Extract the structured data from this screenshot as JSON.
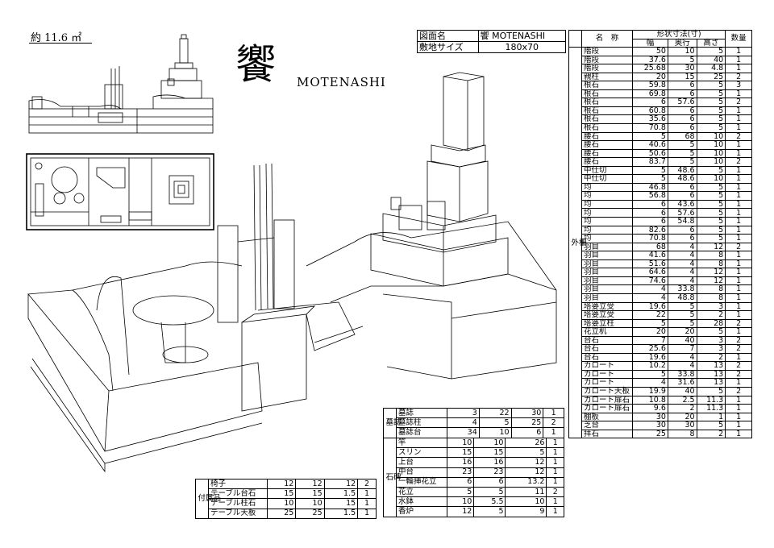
{
  "area_label": "約 11.6 ㎡",
  "title_kanji": "饗",
  "title_roman": "MOTENASHI",
  "info": {
    "drawing_name_label": "図面名",
    "drawing_name_value": "饗 MOTENASHI",
    "site_size_label": "敷地サイズ",
    "site_size_value": "180x70"
  },
  "main_table": {
    "header_dims": "形状寸法(寸)",
    "header_name": "名　称",
    "header_width": "幅",
    "header_depth": "奥行",
    "header_height": "高さ",
    "header_qty": "数量",
    "group_label": "外柵",
    "rows": [
      [
        "階段",
        "50",
        "10",
        "5",
        "1"
      ],
      [
        "階段",
        "37.6",
        "5",
        "40",
        "1"
      ],
      [
        "階段",
        "25.68",
        "30",
        "4.8",
        "1"
      ],
      [
        "親柱",
        "20",
        "15",
        "25",
        "2"
      ],
      [
        "根石",
        "59.8",
        "6",
        "5",
        "3"
      ],
      [
        "根石",
        "69.8",
        "6",
        "5",
        "1"
      ],
      [
        "根石",
        "6",
        "57.6",
        "5",
        "2"
      ],
      [
        "根石",
        "60.8",
        "6",
        "5",
        "1"
      ],
      [
        "根石",
        "35.6",
        "6",
        "5",
        "1"
      ],
      [
        "根石",
        "70.8",
        "6",
        "5",
        "1"
      ],
      [
        "腰石",
        "5",
        "68",
        "10",
        "2"
      ],
      [
        "腰石",
        "40.6",
        "5",
        "10",
        "1"
      ],
      [
        "腰石",
        "50.6",
        "5",
        "10",
        "1"
      ],
      [
        "腰石",
        "83.7",
        "5",
        "10",
        "2"
      ],
      [
        "中仕切",
        "5",
        "48.6",
        "5",
        "1"
      ],
      [
        "中仕切",
        "5",
        "48.6",
        "10",
        "1"
      ],
      [
        "均",
        "46.8",
        "6",
        "5",
        "1"
      ],
      [
        "均",
        "56.8",
        "6",
        "5",
        "1"
      ],
      [
        "均",
        "6",
        "43.6",
        "5",
        "1"
      ],
      [
        "均",
        "6",
        "57.6",
        "5",
        "1"
      ],
      [
        "均",
        "6",
        "54.8",
        "5",
        "1"
      ],
      [
        "均",
        "82.6",
        "6",
        "5",
        "1"
      ],
      [
        "均",
        "70.8",
        "6",
        "5",
        "1"
      ],
      [
        "羽目",
        "68",
        "4",
        "12",
        "2"
      ],
      [
        "羽目",
        "41.6",
        "4",
        "8",
        "1"
      ],
      [
        "羽目",
        "51.6",
        "4",
        "8",
        "1"
      ],
      [
        "羽目",
        "64.6",
        "4",
        "12",
        "1"
      ],
      [
        "羽目",
        "74.6",
        "4",
        "12",
        "1"
      ],
      [
        "羽目",
        "4",
        "33.8",
        "8",
        "1"
      ],
      [
        "羽目",
        "4",
        "48.8",
        "8",
        "1"
      ],
      [
        "塔婆立受",
        "19.6",
        "5",
        "3",
        "1"
      ],
      [
        "塔婆立受",
        "22",
        "5",
        "2",
        "1"
      ],
      [
        "塔婆立柱",
        "5",
        "5",
        "28",
        "2"
      ],
      [
        "花立机",
        "20",
        "20",
        "5",
        "1"
      ],
      [
        "台石",
        "7",
        "40",
        "3",
        "2"
      ],
      [
        "台石",
        "25.6",
        "7",
        "3",
        "2"
      ],
      [
        "台石",
        "19.6",
        "4",
        "2",
        "1"
      ],
      [
        "カロート",
        "10.2",
        "4",
        "13",
        "2"
      ],
      [
        "カロート",
        "5",
        "33.8",
        "13",
        "2"
      ],
      [
        "カロート",
        "4",
        "31.6",
        "13",
        "1"
      ],
      [
        "カロート天板",
        "19.9",
        "40",
        "5",
        "2"
      ],
      [
        "カロート扉石",
        "10.8",
        "2.5",
        "11.3",
        "1"
      ],
      [
        "カロート扉石",
        "9.6",
        "2",
        "11.3",
        "1"
      ],
      [
        "棚板",
        "30",
        "20",
        "1",
        "1"
      ],
      [
        "芝台",
        "30",
        "30",
        "5",
        "1"
      ],
      [
        "拝石",
        "25",
        "8",
        "2",
        "1"
      ]
    ]
  },
  "boshi_table": {
    "group_label": "墓誌",
    "rows": [
      [
        "墓誌",
        "3",
        "22",
        "30",
        "1"
      ],
      [
        "墓誌柱",
        "4",
        "5",
        "25",
        "2"
      ],
      [
        "墓誌台",
        "34",
        "10",
        "6",
        "1"
      ]
    ]
  },
  "sekihi_table": {
    "group_label": "石碑",
    "rows": [
      [
        "竿",
        "10",
        "10",
        "26",
        "1"
      ],
      [
        "スリン",
        "15",
        "15",
        "5",
        "1"
      ],
      [
        "上台",
        "16",
        "16",
        "12",
        "1"
      ],
      [
        "中台",
        "23",
        "23",
        "12",
        "1"
      ],
      [
        "一輪挿花立",
        "6",
        "6",
        "13.2",
        "1"
      ],
      [
        "花立",
        "5",
        "5",
        "11",
        "2"
      ],
      [
        "水鉢",
        "10",
        "5.5",
        "10",
        "1"
      ],
      [
        "香炉",
        "12",
        "5",
        "9",
        "1"
      ]
    ]
  },
  "fuzoku_table": {
    "group_label": "付属品",
    "rows": [
      [
        "椅子",
        "12",
        "12",
        "12",
        "2"
      ],
      [
        "テーブル台石",
        "15",
        "15",
        "1.5",
        "1"
      ],
      [
        "テーブル柱石",
        "10",
        "10",
        "15",
        "1"
      ],
      [
        "テーブル天板",
        "25",
        "25",
        "1.5",
        "1"
      ]
    ]
  }
}
